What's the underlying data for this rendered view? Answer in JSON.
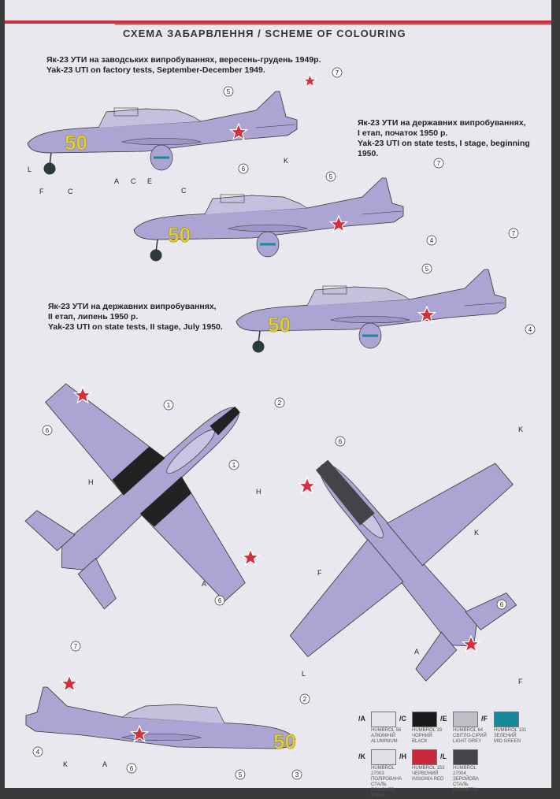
{
  "header": {
    "title": "СХЕМА ЗАБАРВЛЕННЯ / SCHEME OF COLOURING"
  },
  "captions": {
    "first_uk": "Як-23 УТИ на заводських випробуваннях, вересень-грудень 1949р.",
    "first_en": "Yak-23 UTI on factory tests, September-December 1949.",
    "second_uk1": "Як-23 УТИ на державних випробуваннях,",
    "second_uk2": "I етап, початок 1950 р.",
    "second_en": "Yak-23 UTI on state tests, I stage, beginning 1950.",
    "third_uk1": "Як-23 УТИ на державних випробуваннях,",
    "third_uk2": "II етап, липень 1950 р.",
    "third_en": "Yak-23 UTI on state tests, II stage, July 1950."
  },
  "aircraft_number": "50",
  "colors": {
    "fuselage": "#aca4d2",
    "star": "#d72f3a",
    "yellow": "#e0cf3a",
    "dark": "#222"
  },
  "legend": [
    {
      "letter": "A",
      "l1": "HUMBROL 56",
      "l2": "АЛЮМІНІЙ",
      "l3": "ALUMINIUM",
      "color": "#e6e6ea"
    },
    {
      "letter": "C",
      "l1": "HUMBROL 33",
      "l2": "ЧОРНИЙ",
      "l3": "BLACK",
      "color": "#1a1a1a"
    },
    {
      "letter": "E",
      "l1": "HUMBROL 64",
      "l2": "СВІТЛО-СІРИЙ",
      "l3": "LIGHT GREY",
      "color": "#bdbec8"
    },
    {
      "letter": "F",
      "l1": "HUMBROL 131",
      "l2": "ЗЕЛЕНИЙ",
      "l3": "MID GREEN",
      "color": "#178a9a"
    },
    {
      "letter": "K",
      "l1": "HUMBROL 27003",
      "l2": "ПОЛІРОВАНА СТАЛЬ",
      "l3": "POLISHED STEEL",
      "color": "#e2e2e6"
    },
    {
      "letter": "H",
      "l1": "HUMBROL 153",
      "l2": "ЧЕРВОНИЙ",
      "l3": "INSIGNIA RED",
      "color": "#c9283a"
    },
    {
      "letter": "L",
      "l1": "HUMBROL 27004",
      "l2": "ЗБРОЙОВА СТАЛЬ",
      "l3": "GUNMETAL",
      "color": "#444448"
    }
  ],
  "callouts": {
    "n1": "1",
    "n2": "2",
    "n3": "3",
    "n4": "4",
    "n5": "5",
    "n6": "6",
    "n7": "7",
    "A": "A",
    "C": "C",
    "E": "E",
    "F": "F",
    "H": "H",
    "K": "K",
    "L": "L"
  }
}
